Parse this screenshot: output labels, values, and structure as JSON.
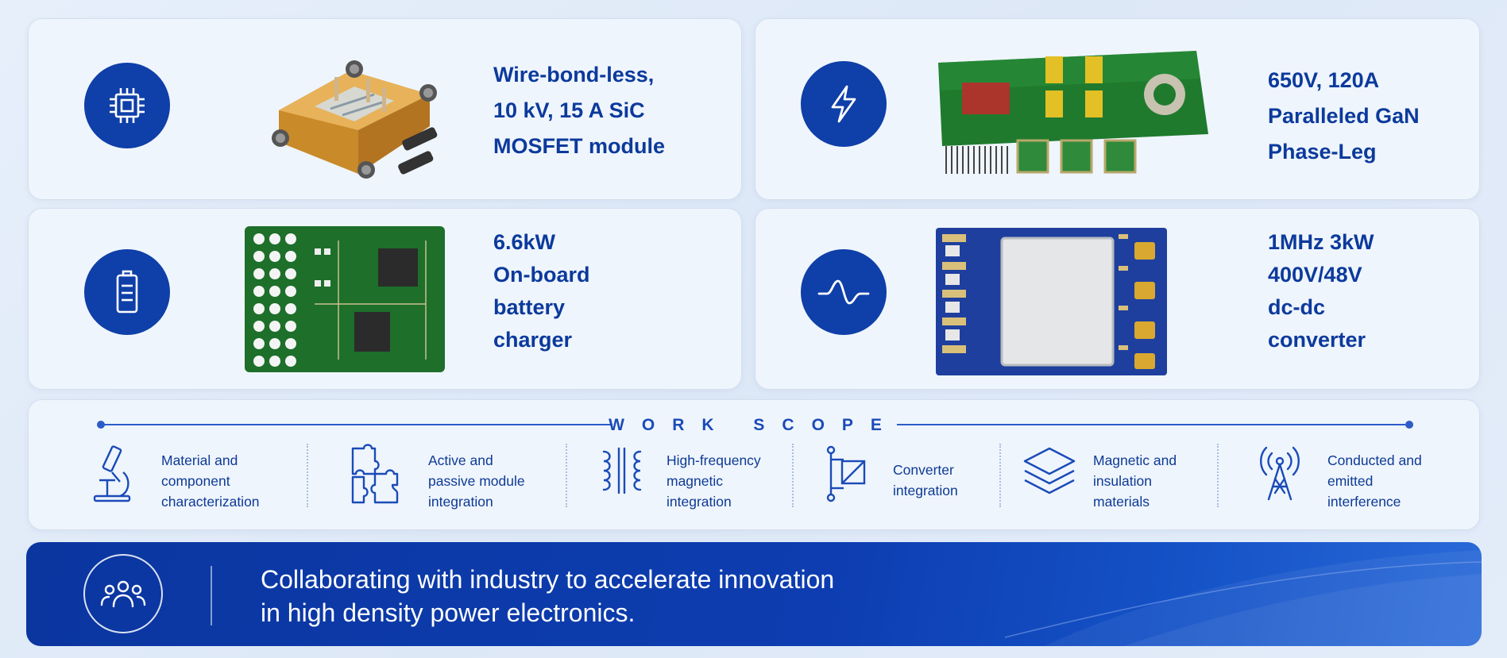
{
  "products": [
    {
      "icon": "chip-icon",
      "title_lines": [
        "Wire-bond-less,",
        "10 kV, 15 A SiC",
        "MOSFET module"
      ]
    },
    {
      "icon": "lightning-icon",
      "title_lines": [
        "650V, 120A",
        "Paralleled GaN",
        "Phase-Leg"
      ]
    },
    {
      "icon": "battery-icon",
      "title_lines": [
        "6.6kW",
        "On-board",
        "battery",
        "charger"
      ]
    },
    {
      "icon": "sine-wave-icon",
      "title_lines": [
        "1MHz 3kW",
        "400V/48V",
        "dc-dc",
        "converter"
      ]
    }
  ],
  "work_scope": {
    "heading": "WORK SCOPE",
    "items": [
      {
        "icon": "microscope-icon",
        "lines": [
          "Material and",
          "component",
          "characterization"
        ]
      },
      {
        "icon": "puzzle-icon",
        "lines": [
          "Active and",
          "passive module",
          "integration"
        ]
      },
      {
        "icon": "transformer-icon",
        "lines": [
          "High-frequency",
          "magnetic",
          "integration"
        ]
      },
      {
        "icon": "converter-icon",
        "lines": [
          "Converter",
          "integration"
        ]
      },
      {
        "icon": "layers-icon",
        "lines": [
          "Magnetic and",
          "insulation",
          "materials"
        ]
      },
      {
        "icon": "antenna-icon",
        "lines": [
          "Conducted and",
          "emitted",
          "interference"
        ]
      }
    ]
  },
  "banner": {
    "icon": "people-group-icon",
    "lines": [
      "Collaborating with industry to accelerate innovation",
      "in high density power electronics."
    ]
  },
  "colors": {
    "brand_blue": "#0f3fa8",
    "text_blue": "#0c3a9c",
    "card_bg": "#f0f5fc"
  }
}
